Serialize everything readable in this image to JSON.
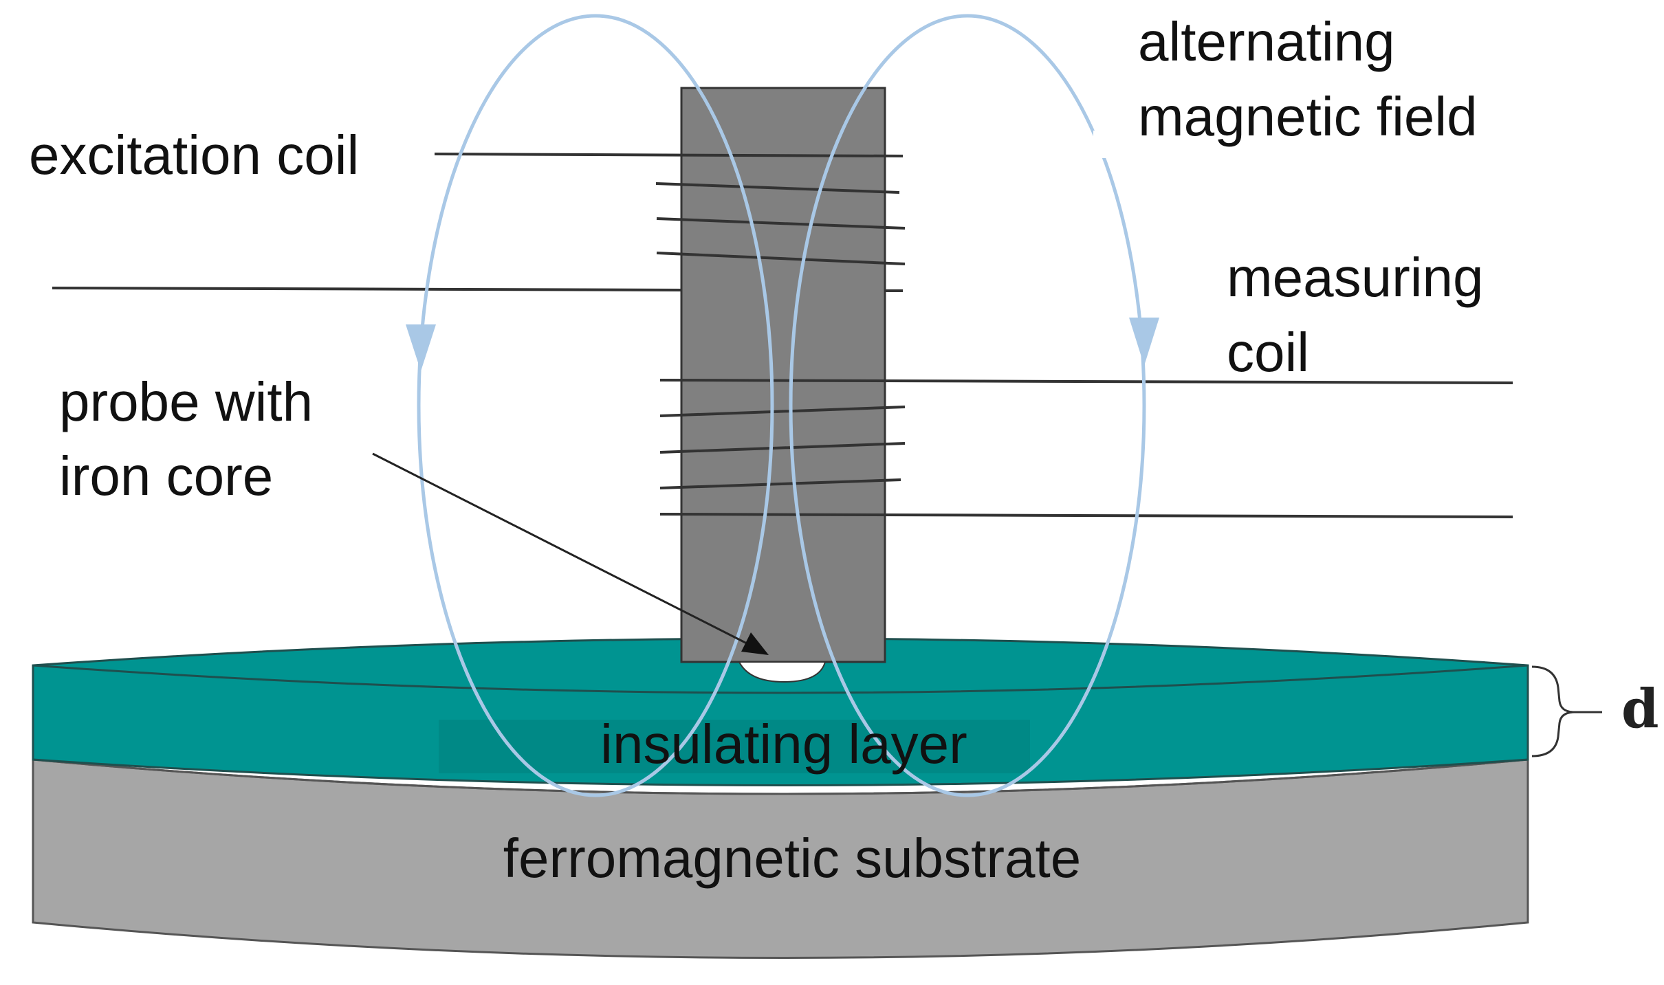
{
  "labels": {
    "alternating_line1": "alternating",
    "alternating_line2": "magnetic field",
    "excitation_coil": "excitation coil",
    "measuring_line1": "measuring",
    "measuring_line2": "coil",
    "probe_line1": "probe with",
    "probe_line2": "iron core",
    "insulating_layer": "insulating layer",
    "substrate": "ferromagnetic substrate",
    "thickness": "d"
  },
  "colors": {
    "field_lines": "#a9c8e6",
    "probe_core": "#808080",
    "insulating_layer": "#009491",
    "substrate": "#a6a6a6",
    "wires": "#333333"
  }
}
